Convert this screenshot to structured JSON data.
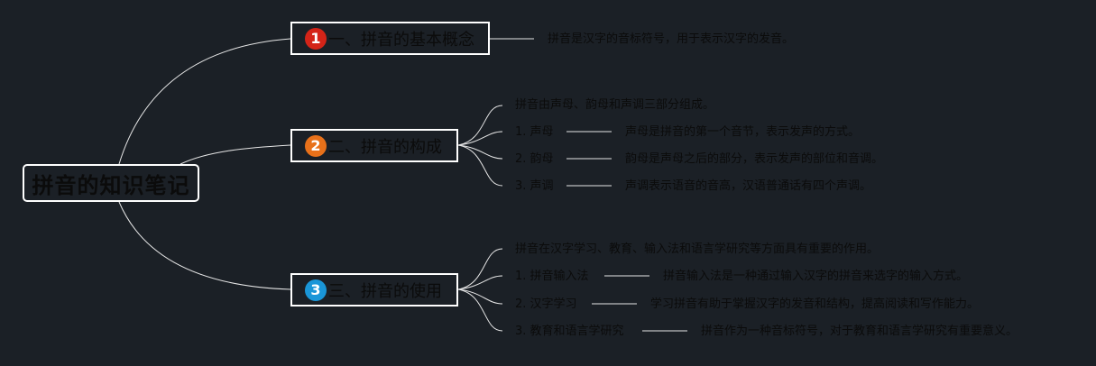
{
  "root": {
    "label": "拼音的知识笔记"
  },
  "branches": [
    {
      "number": "1",
      "label": "一、拼音的基本概念",
      "badge_color": "#d42418",
      "summary": "拼音是汉字的音标符号，用于表示汉字的发音。",
      "items": []
    },
    {
      "number": "2",
      "label": "二、拼音的构成",
      "badge_color": "#e8711a",
      "summary": "拼音由声母、韵母和声调三部分组成。",
      "items": [
        {
          "term": "1. 声母",
          "desc": "声母是拼音的第一个音节，表示发声的方式。"
        },
        {
          "term": "2. 韵母",
          "desc": "韵母是声母之后的部分，表示发声的部位和音调。"
        },
        {
          "term": "3. 声调",
          "desc": "声调表示语音的音高，汉语普通话有四个声调。"
        }
      ]
    },
    {
      "number": "3",
      "label": "三、拼音的使用",
      "badge_color": "#1a96d8",
      "summary": "拼音在汉字学习、教育、输入法和语言学研究等方面具有重要的作用。",
      "items": [
        {
          "term": "1. 拼音输入法",
          "desc": "拼音输入法是一种通过输入汉字的拼音来选字的输入方式。"
        },
        {
          "term": "2. 汉字学习",
          "desc": "学习拼音有助于掌握汉字的发音和结构，提高阅读和写作能力。"
        },
        {
          "term": "3. 教育和语言学研究",
          "desc": "拼音作为一种音标符号，对于教育和语言学研究有重要意义。"
        }
      ]
    }
  ]
}
